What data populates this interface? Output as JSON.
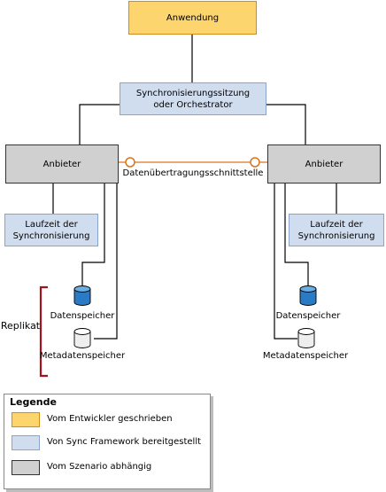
{
  "nodes": {
    "application": "Anwendung",
    "session_line1": "Synchronisierungssitzung",
    "session_line2": "oder Orchestrator",
    "provider_left": "Anbieter",
    "provider_right": "Anbieter",
    "runtime_left_line1": "Laufzeit der",
    "runtime_left_line2": "Synchronisierung",
    "runtime_right_line1": "Laufzeit der",
    "runtime_right_line2": "Synchronisierung",
    "interface": "Datenübertragungsschnittstelle",
    "datastore_left": "Datenspeicher",
    "metadata_left": "Metadatenspeicher",
    "datastore_right": "Datenspeicher",
    "metadata_right": "Metadatenspeicher",
    "replica": "Replikat"
  },
  "legend": {
    "title": "Legende",
    "items": [
      {
        "label": "Vom Entwickler geschrieben",
        "color": "#fcd56f"
      },
      {
        "label": "Von Sync Framework bereitgestellt",
        "color": "#d0ddef"
      },
      {
        "label": "Vom Szenario abhängig",
        "color": "#d0d0d0"
      }
    ]
  },
  "colors": {
    "connector": "#d9751a",
    "bracket": "#a4121e"
  }
}
